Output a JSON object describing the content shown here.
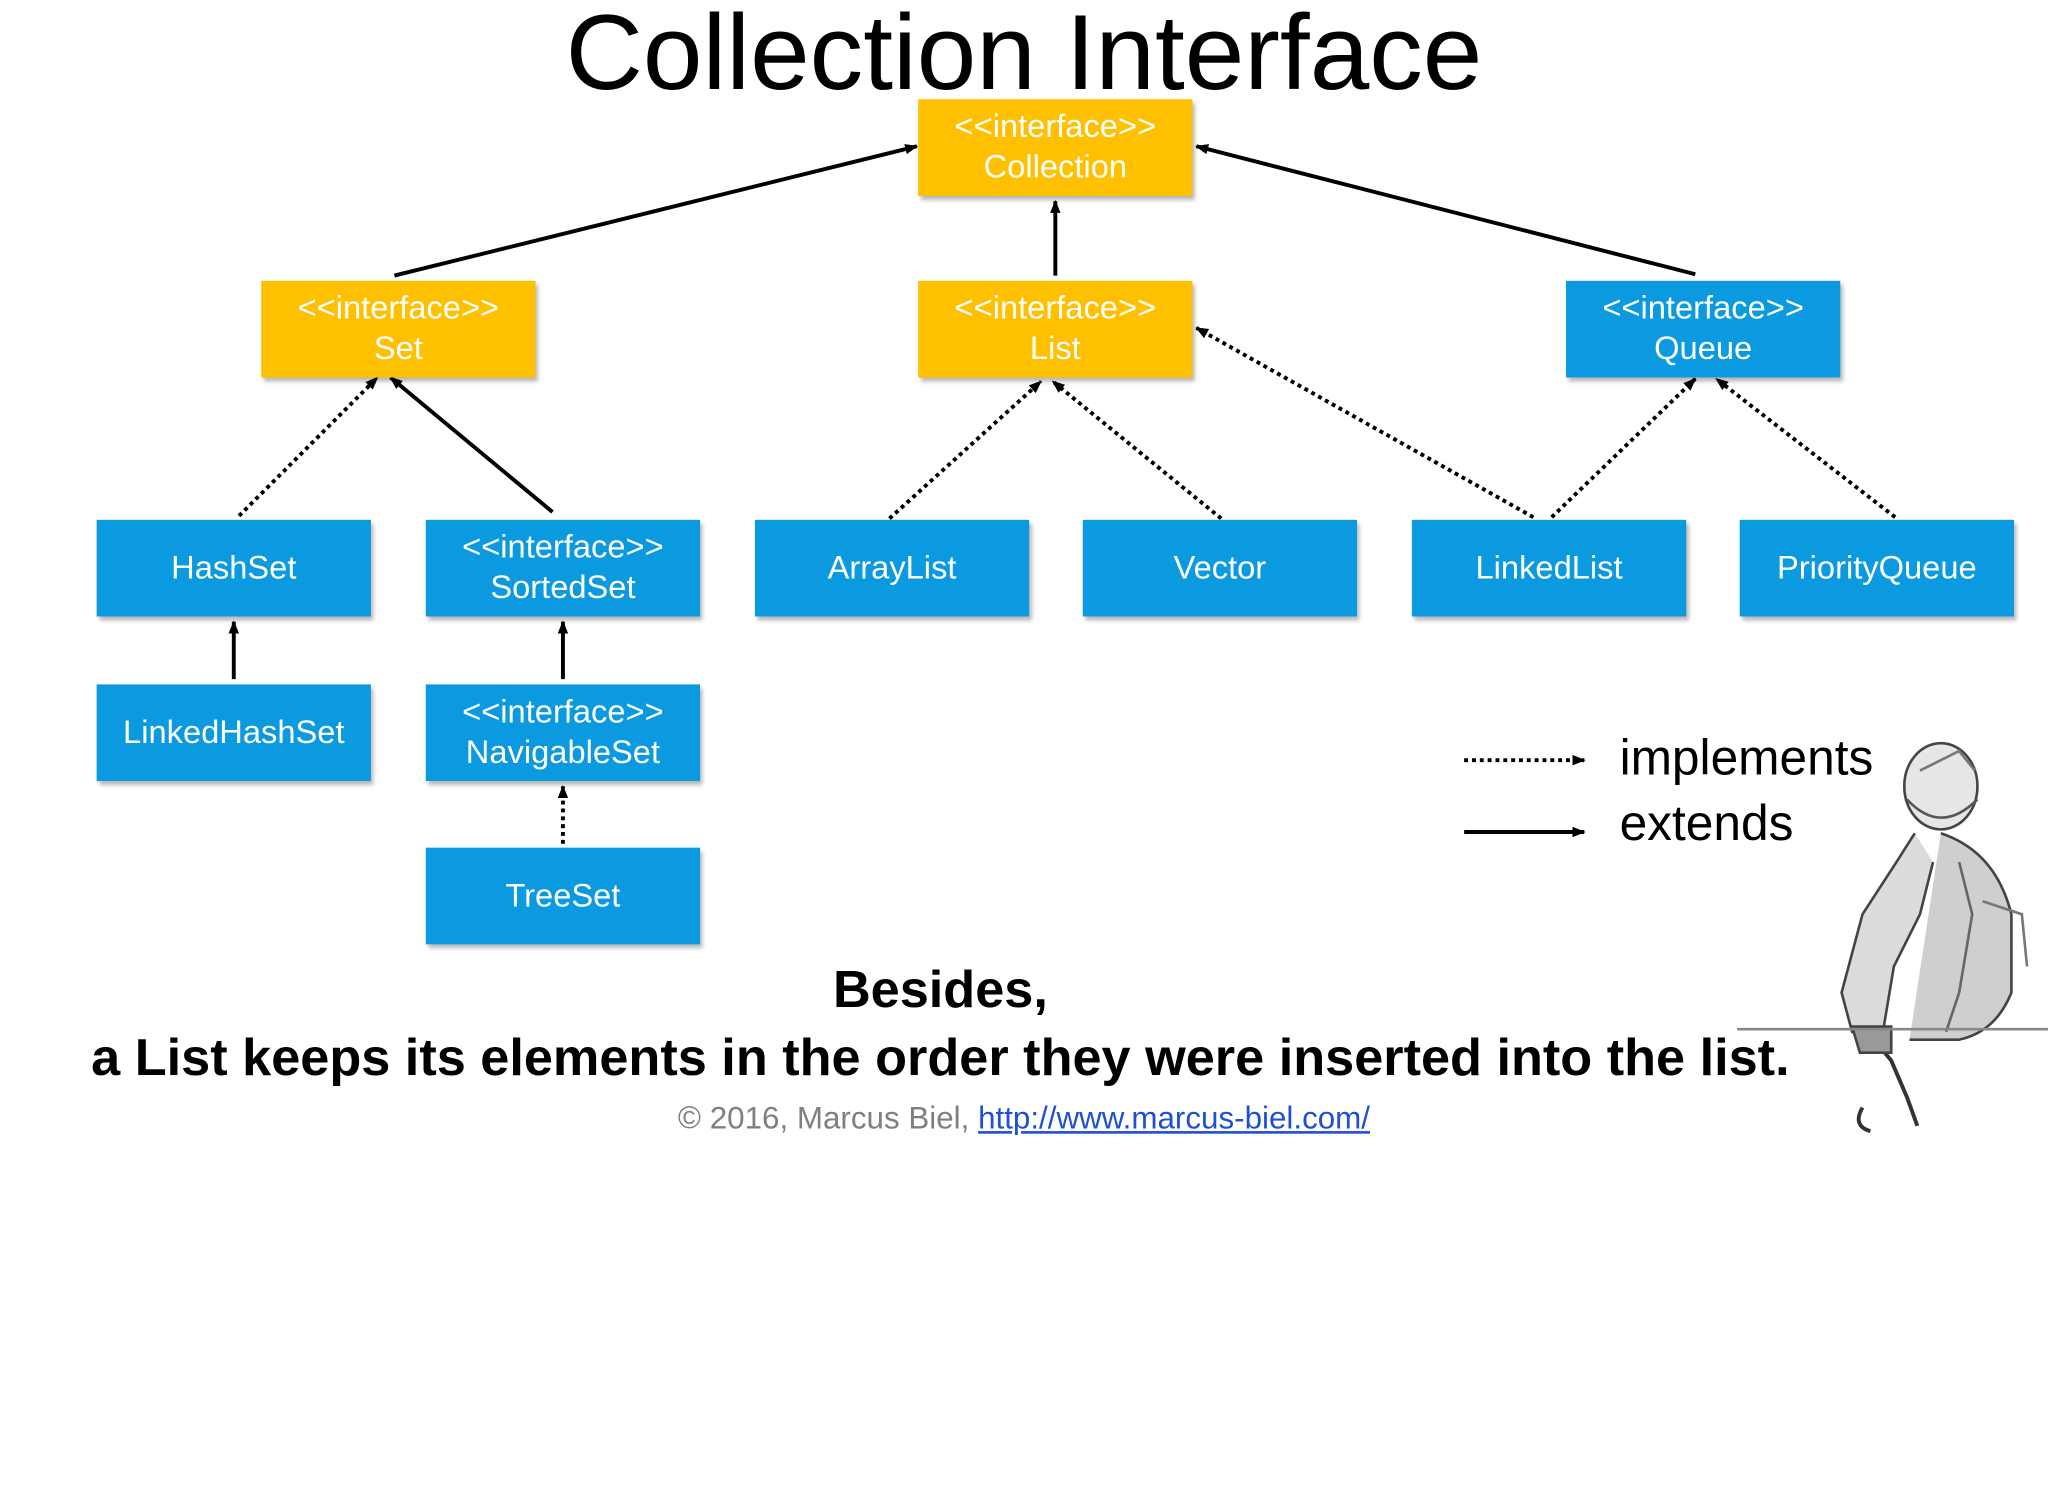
{
  "title": "Collection Interface",
  "nodes": {
    "collection": {
      "stereotype": "<<interface>>",
      "name": "Collection"
    },
    "set": {
      "stereotype": "<<interface>>",
      "name": "Set"
    },
    "list": {
      "stereotype": "<<interface>>",
      "name": "List"
    },
    "queue": {
      "stereotype": "<<interface>>",
      "name": "Queue"
    },
    "hashset": {
      "name": "HashSet"
    },
    "sortedset": {
      "stereotype": "<<interface>>",
      "name": "SortedSet"
    },
    "arraylist": {
      "name": "ArrayList"
    },
    "vector": {
      "name": "Vector"
    },
    "linkedlist": {
      "name": "LinkedList"
    },
    "priorityqueue": {
      "name": "PriorityQueue"
    },
    "linkedhashset": {
      "name": "LinkedHashSet"
    },
    "navigableset": {
      "stereotype": "<<interface>>",
      "name": "NavigableSet"
    },
    "treeset": {
      "name": "TreeSet"
    }
  },
  "legend": {
    "implements": "implements",
    "extends": "extends"
  },
  "caption": {
    "line1": "Besides,",
    "line2": "a List keeps its elements in the order they were inserted into the list."
  },
  "footer": {
    "copyright": "© 2016, Marcus Biel,",
    "url": "http://www.marcus-biel.com/"
  },
  "colors": {
    "interface_yellow": "#FFC000",
    "class_blue": "#0B9AE0"
  }
}
